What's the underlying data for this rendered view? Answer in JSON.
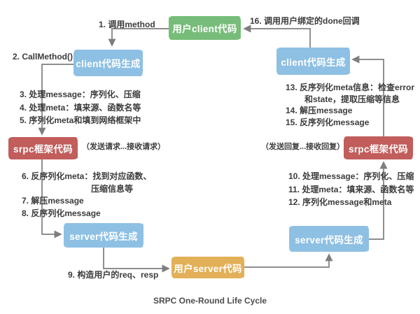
{
  "title": "SRPC One-Round Life Cycle",
  "colors": {
    "green": "#77bd79",
    "blue": "#8ec0e4",
    "red": "#c15d5b",
    "yellow": "#e2b058",
    "line": "#7e7e7e"
  },
  "nodes": {
    "user_client": {
      "label": "用户client代码"
    },
    "client_gen_left": {
      "label": "client代码生成"
    },
    "srpc_left": {
      "label": "srpc框架代码"
    },
    "server_gen_left": {
      "label": "server代码生成"
    },
    "user_server": {
      "label": "用户server代码"
    },
    "server_gen_right": {
      "label": "server代码生成"
    },
    "srpc_right": {
      "label": "srpc框架代码"
    },
    "client_gen_right": {
      "label": "client代码生成"
    }
  },
  "labels": {
    "step1": "1. 调用method",
    "step2": "2. CallMethod()",
    "step3": "3. 处理message：序列化、压缩",
    "step4": "4. 处理meta：填来源、函数名等",
    "step5": "5. 序列化meta和填到网络框架中",
    "request_note": "（发送请求...接收请求）",
    "step6": "6. 反序列化meta：找到对应函数、",
    "step6b": "压缩信息等",
    "step7": "7. 解压message",
    "step8": "8. 反序列化message",
    "step9": "9. 构造用户的req、resp",
    "step10": "10. 处理message：序列化、压缩",
    "step11": "11. 处理meta：填来源、函数名等",
    "step12": "12. 序列化message和meta",
    "reply_note": "（发送回复...接收回复）",
    "step13": "13. 反序列化meta信息：检查error",
    "step13b": "和state，提取压缩等信息",
    "step14": "14. 解压message",
    "step15": "15. 反序列化message",
    "step16": "16. 调用用户绑定的done回调"
  }
}
